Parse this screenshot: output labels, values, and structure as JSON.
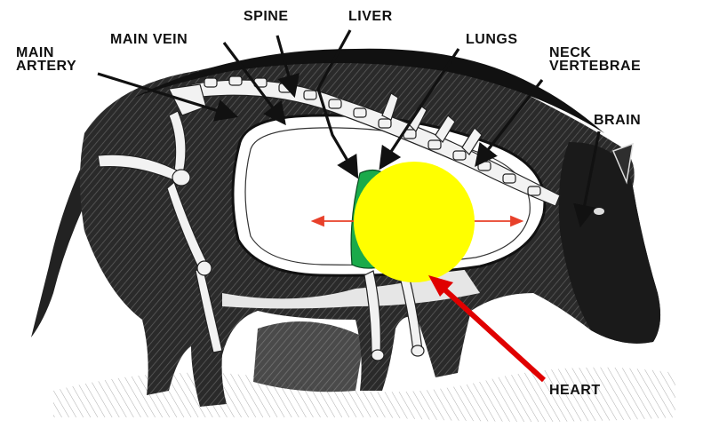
{
  "labels": {
    "main_artery": [
      "MAIN",
      "ARTERY"
    ],
    "main_vein": "MAIN VEIN",
    "spine": "SPINE",
    "liver": "LIVER",
    "lungs": "LUNGS",
    "neck_vertebrae": [
      "NECK",
      "VERTEBRAE"
    ],
    "brain": "BRAIN",
    "heart": "HEART"
  },
  "colors": {
    "target_circle": "#ffff00",
    "liver": "#1aaa4a",
    "heart_arrow": "#e00000",
    "range_arrow": "#e8402a",
    "ink": "#111111"
  }
}
